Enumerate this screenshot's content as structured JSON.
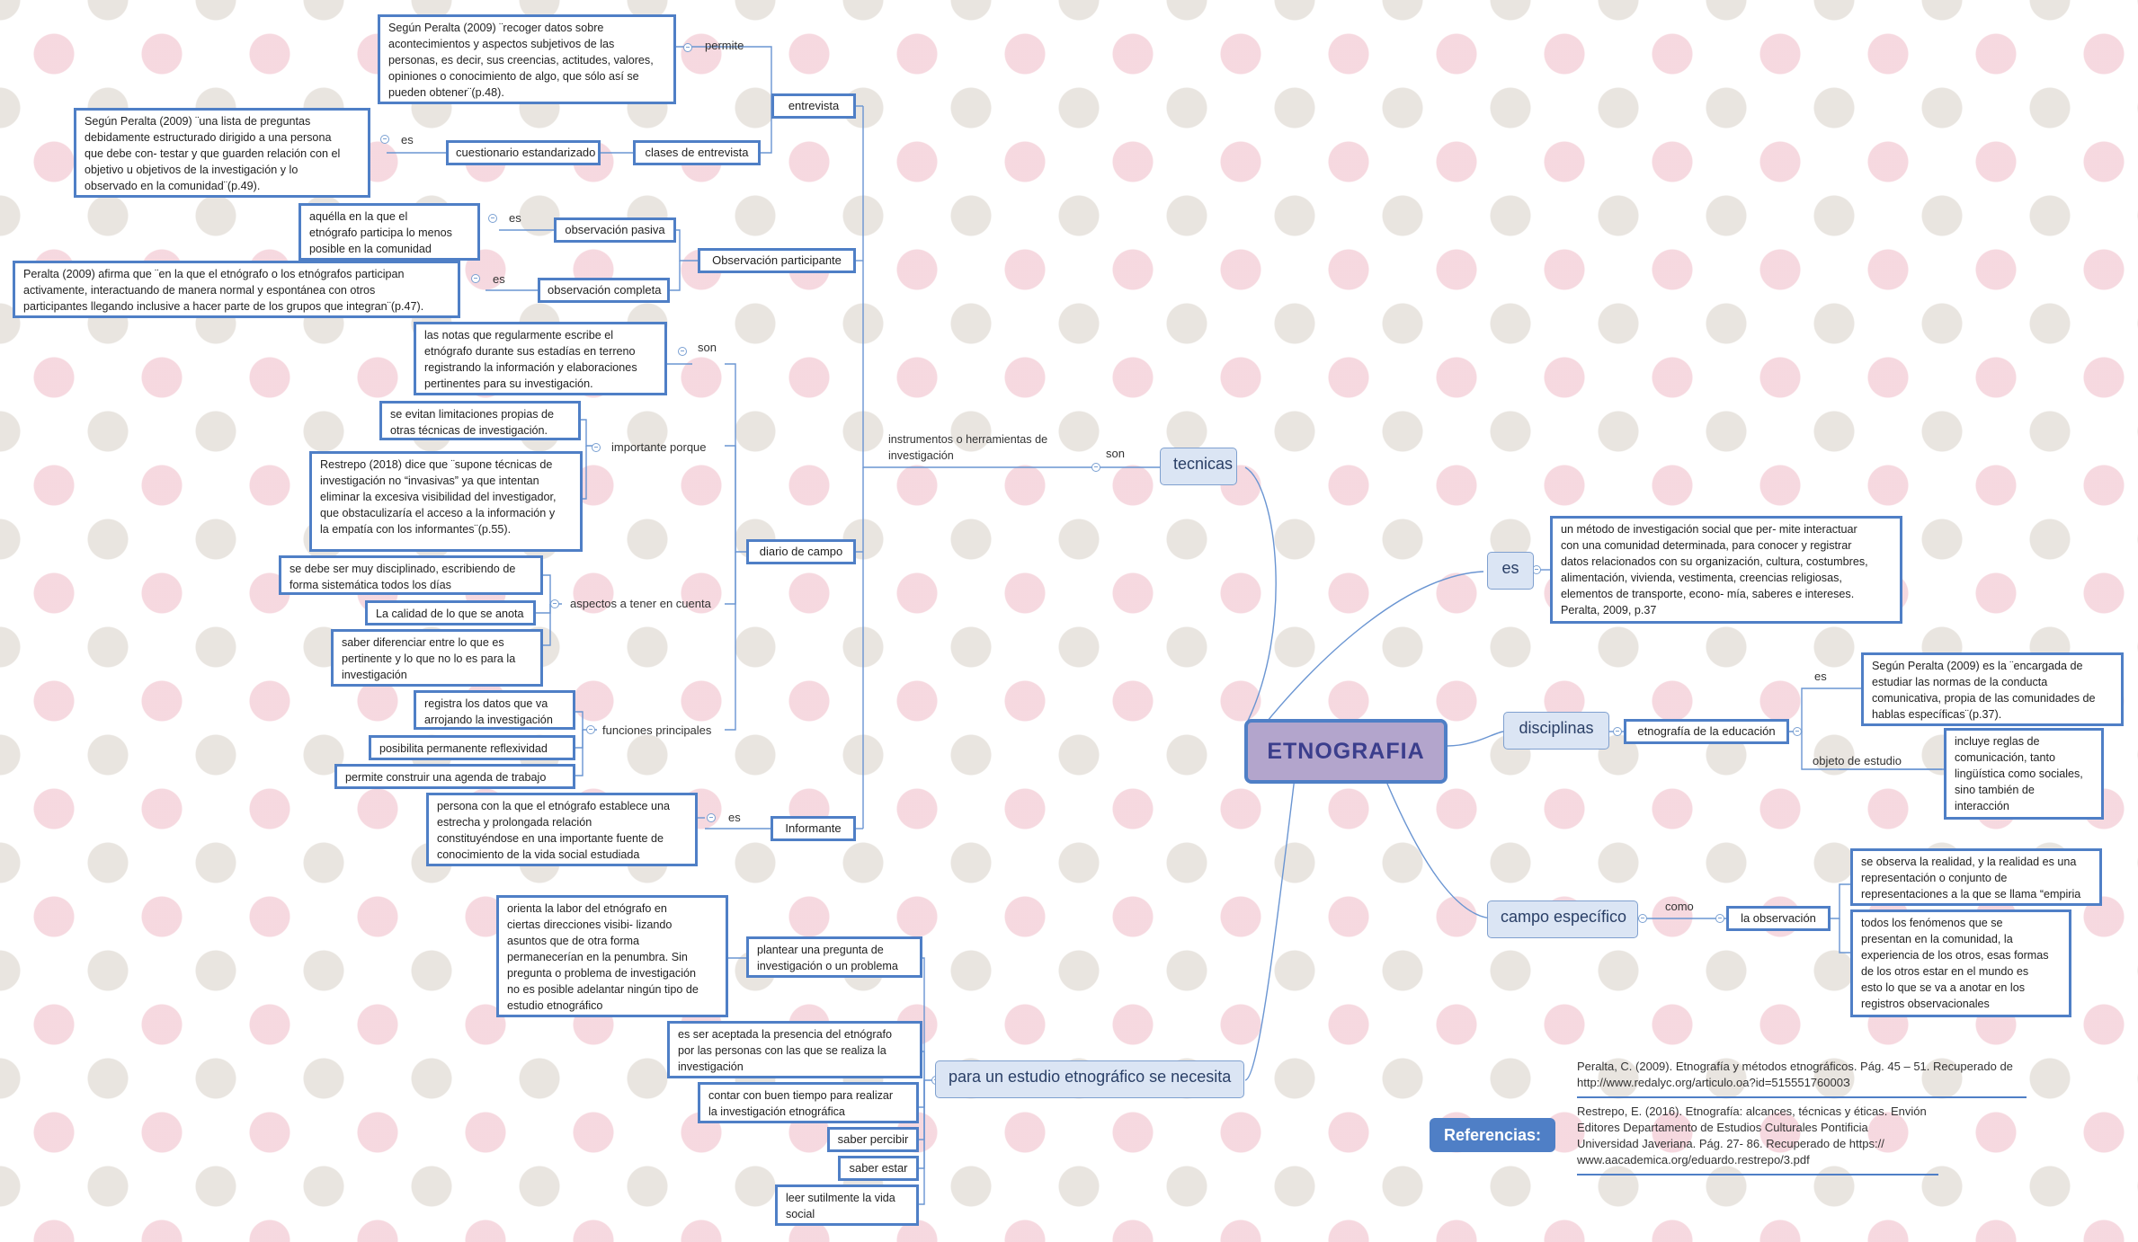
{
  "central": "ETNOGRAFIA",
  "tecnicas": {
    "label": "tecnicas",
    "link_son": "son",
    "instrumentos": "instrumentos o herramientas de\ninvestigación",
    "entrevista": {
      "label": "entrevista",
      "permite": "permite",
      "permite_quote": " Según Peralta (2009) ¨recoger datos sobre\nacontecimientos y aspectos subjetivos de las\npersonas, es decir, sus creencias, actitudes, valores,\nopiniones o conocimiento de algo, que sólo así se\npueden obtener¨(p.48).",
      "clases": "clases de entrevista",
      "cuestionario": "cuestionario estandarizado",
      "es": "es",
      "cuestionario_quote": " Según Peralta (2009) ¨una lista de preguntas\ndebidamente estructurado dirigido a una persona\nque debe con- testar y que guarden relación con el\nobjetivo u objetivos de la investigación y lo\nobservado en la comunidad¨(p.49)."
    },
    "observacion": {
      "label": "Observación participante",
      "pasiva": "observación pasiva",
      "pasiva_es": "es",
      "pasiva_quote": " aquélla en la que el\netnógrafo participa lo menos\nposible en la comunidad",
      "completa": "observación completa",
      "completa_es": "es",
      "completa_quote": " Peralta (2009) afirma que ¨en la que el etnógrafo o los etnógrafos participan\nactivamente, interactuando de manera normal y espontánea con otros\nparticipantes llegando inclusive a hacer parte de los grupos que integran¨(p.47)."
    },
    "diario": {
      "label": "diario de campo",
      "son": "son",
      "son_quote": "las notas que regularmente escribe el\netnógrafo durante sus estadías en terreno\nregistrando la información y elaboraciones\npertinentes para su investigación.",
      "importante": "importante porque",
      "imp1": "se evitan limitaciones propias de\notras técnicas de investigación.",
      "imp2": " Restrepo (2018) dice que ¨supone técnicas de\ninvestigación no “invasivas” ya que intentan\neliminar la excesiva visibilidad del investigador,\nque obstaculizaría el acceso a la información y\nla empatía con los informantes¨(p.55).",
      "aspectos": "aspectos a tener en cuenta",
      "asp1": "se debe ser muy disciplinado, escribiendo de\nforma sistemática todos los días",
      "asp2": "La calidad de lo que se anota",
      "asp3": "saber diferenciar entre lo que es\npertinente y lo que no lo es para la\ninvestigación",
      "funciones": "funciones principales",
      "fun1": "registra los datos que va\narrojando la investigación",
      "fun2": "posibilita permanente reflexividad",
      "fun3": "permite construir una agenda de trabajo"
    },
    "informante": {
      "label": "Informante",
      "es": "es",
      "quote": "persona con la que el etnógrafo establece una\nestrecha y prolongada relación\nconstituyéndose en una importante fuente de\nconocimiento de la vida social estudiada"
    }
  },
  "es": {
    "label": "es",
    "quote": " un método de investigación social que per- mite interactuar\ncon una comunidad determinada, para conocer y registrar\ndatos relacionados con su organización, cultura, costumbres,\nalimentación, vivienda, vestimenta, creencias religiosas,\nelementos de transporte, econo- mía, saberes e intereses.\nPeralta, 2009, p.37"
  },
  "disciplinas": {
    "label": "disciplinas",
    "etnografia_educacion": "etnografía de la educación",
    "es": "es",
    "es_quote": " Según Peralta (2009)  es la ¨encargada de\nestudiar las normas de la conducta\ncomunicativa, propia de las comunidades de\nhablas específicas¨(p.37).",
    "objeto": "objeto de estudio",
    "objeto_quote": " incluye reglas de\ncomunicación, tanto\nlingüística como sociales,\nsino también de\ninteracción"
  },
  "campo": {
    "label": "campo específico",
    "como": "como",
    "observacion": "la observación",
    "q1": "se observa la realidad, y la realidad es una\nrepresentación o conjunto de\nrepresentaciones a la que se llama “empiria",
    "q2": "todos los fenómenos que se\npresentan en la comunidad, la\nexperiencia de los otros, esas formas\nde los otros estar en el mundo es\nesto lo que se va a anotar en los\nregistros observacionales"
  },
  "estudio": {
    "label": "para un estudio etnográfico se necesita",
    "plantear": "plantear una pregunta de\ninvestigación o un problema",
    "plantear_quote": " orienta la labor del etnógrafo en\nciertas direcciones visibi- lizando\nasuntos que de otra forma\npermanecerían en la penumbra. Sin\npregunta o problema de investigación\nno es posible adelantar ningún tipo de\nestudio etnográfico",
    "aceptada": "es ser aceptada la presencia del etnógrafo\npor las personas con las que se realiza la\ninvestigación",
    "tiempo": "contar con buen tiempo para realizar\nla investigación etnográfica",
    "percibir": "saber percibir",
    "estar": "saber estar",
    "leer": "leer sutilmente la vida\nsocial"
  },
  "referencias": {
    "label": "Referencias:",
    "ref1": "Peralta, C. (2009). Etnografía y métodos etnográficos. Pág. 45 – 51. Recuperado de\nhttp://www.redalyc.org/articulo.oa?id=51555176000З",
    "ref2": "Restrepo, E. (2016). Etnografía: alcances, técnicas y éticas. Envión\nEditores     Departamento de Estudios Culturales Pontificia\nUniversidad Javeriana. Pág. 27- 86. Recuperado de  https://\nwww.aacademica.org/eduardo.restrepo/3.pdf"
  },
  "colors": {
    "accent": "#4f7fc6",
    "central_fill": "#b3a5cc",
    "central_text": "#3b3e8c",
    "main_node_fill": "#dbe5f4",
    "line": "#4f7fc6",
    "pattern_pink": "#ecaab9",
    "pattern_beige": "#c8beb2"
  }
}
